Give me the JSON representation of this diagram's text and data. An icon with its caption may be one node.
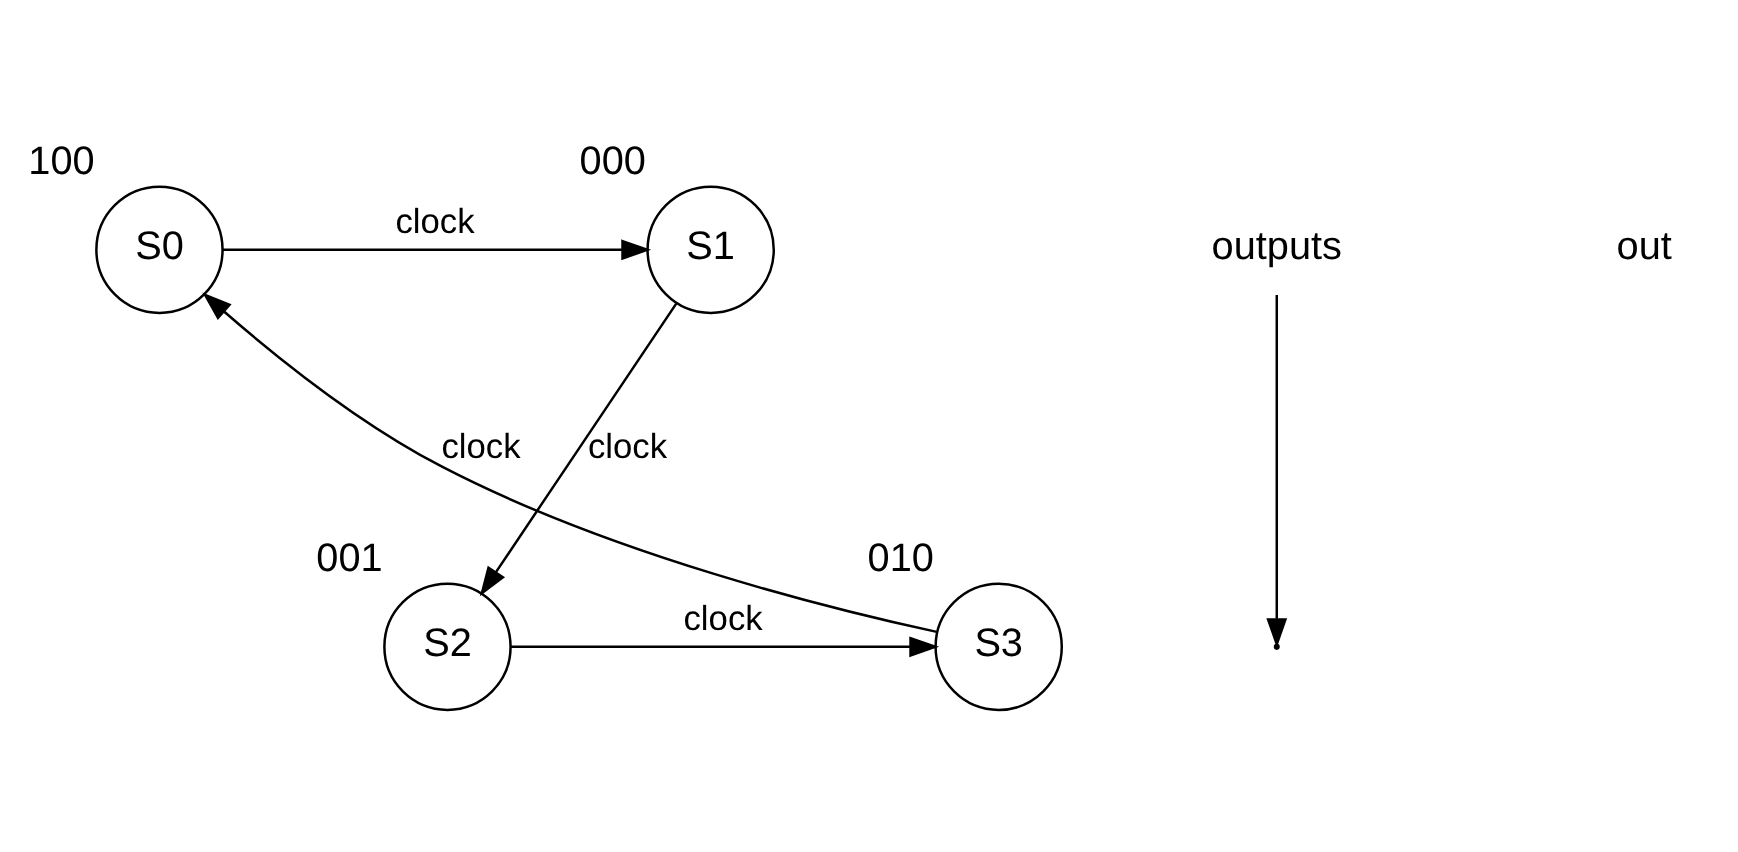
{
  "diagram": {
    "nodes": [
      {
        "text": [
          "S0"
        ],
        "beside": [
          "100"
        ]
      },
      {
        "text": [
          "S1"
        ],
        "beside": [
          "000"
        ]
      },
      {
        "text": [
          "S2"
        ],
        "beside": [
          "001"
        ]
      },
      {
        "text": [
          "S3"
        ],
        "beside": [
          "010"
        ]
      },
      {
        "text": [
          "outputs"
        ]
      }
    ],
    "edges": [
      {
        "from": 0,
        "to": 1,
        "label": "clock",
        "arrow": "to"
      },
      {
        "from": 1,
        "to": 2,
        "label": "clock",
        "arrow": "to"
      },
      {
        "from": 2,
        "to": 3,
        "label": "clock",
        "arrow": "to"
      },
      {
        "from": 3,
        "to": 0,
        "label": "clock",
        "arrow": "to"
      },
      {
        "from": 4,
        "to": null,
        "arrow": "to"
      }
    ],
    "labels": [
      "out"
    ]
  }
}
